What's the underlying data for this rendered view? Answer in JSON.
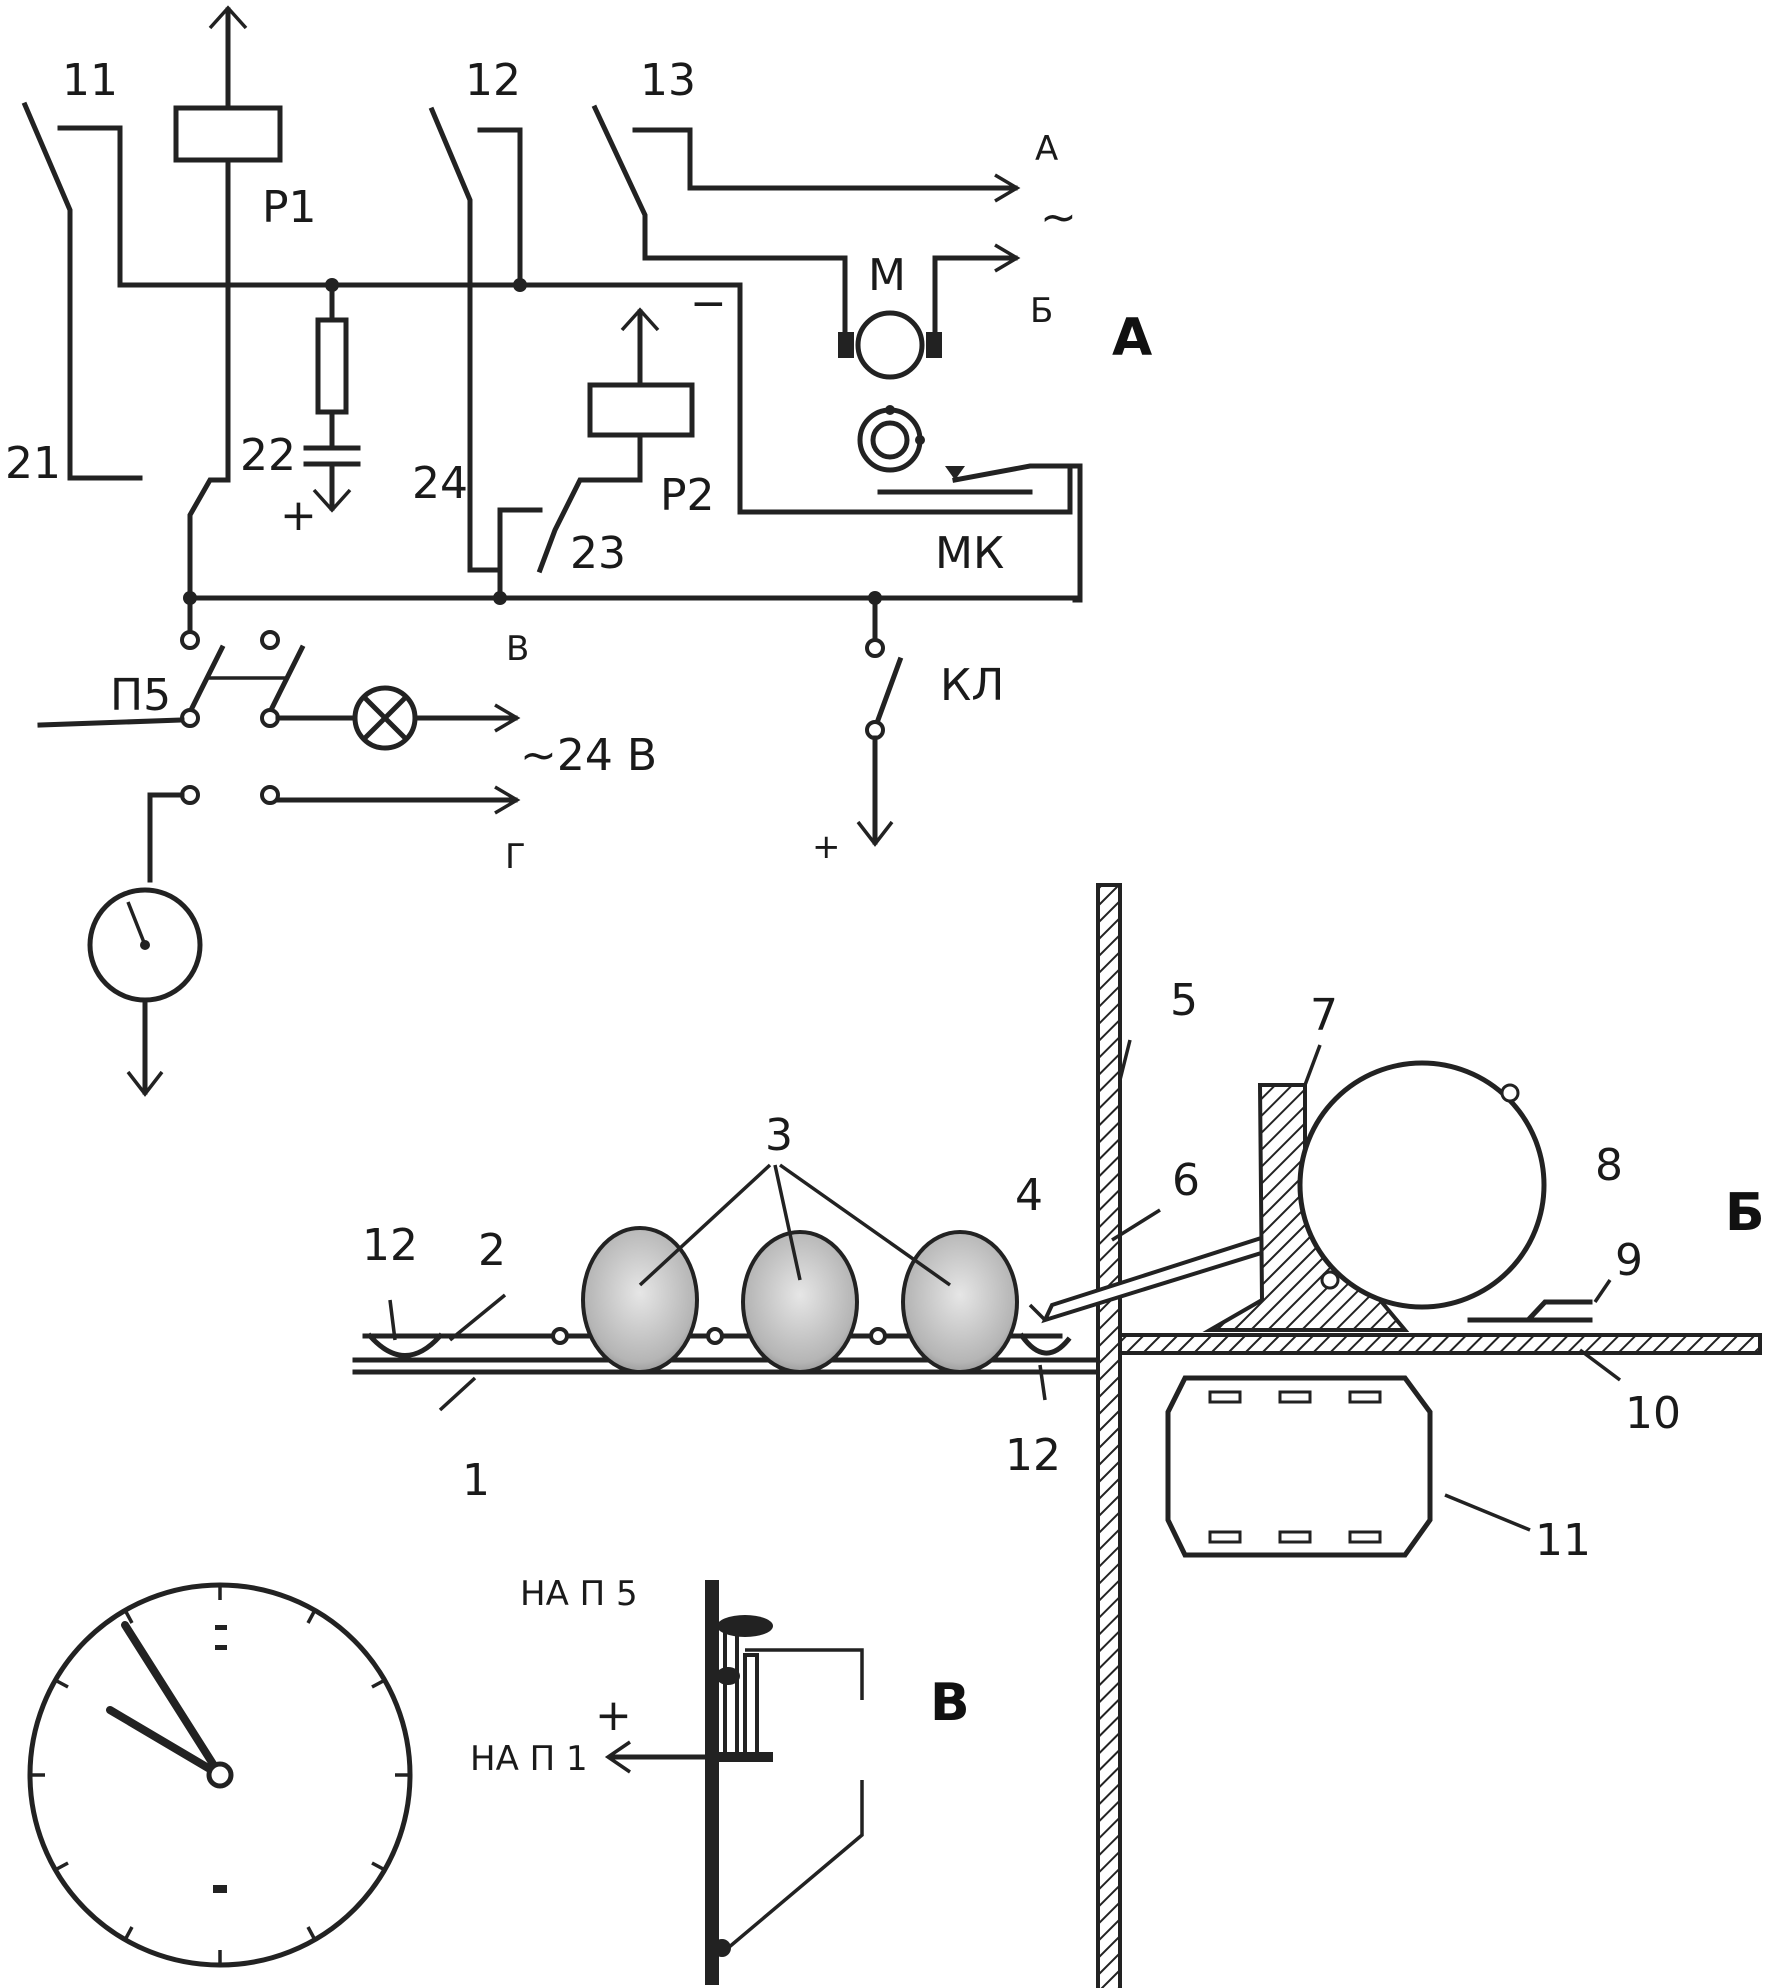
{
  "panels": {
    "a": "А",
    "b": "Б",
    "c": "В"
  },
  "circuit": {
    "contacts": {
      "c11": "11",
      "c12": "12",
      "c13": "13",
      "c21": "21",
      "c22": "22",
      "c23": "23",
      "c24": "24"
    },
    "relay1": "Р1",
    "relay2": "Р2",
    "motor": "М",
    "microswitch": "МК",
    "key": "КЛ",
    "switch": "П5",
    "plus": "+",
    "minus": "−",
    "line_a": "А",
    "line_b": "Б",
    "line_v": "В",
    "line_g": "Г",
    "tilde": "~",
    "voltage": "~24 В"
  },
  "mechanism": {
    "n1": "1",
    "n2": "2",
    "n3": "3",
    "n4": "4",
    "n5": "5",
    "n6": "6",
    "n7": "7",
    "n8": "8",
    "n9": "9",
    "n10": "10",
    "n11": "11",
    "n12a": "12",
    "n12b": "12"
  },
  "clock_detail": {
    "to_p5": "НА П 5",
    "to_p1": "НА П 1",
    "plus": "+"
  }
}
